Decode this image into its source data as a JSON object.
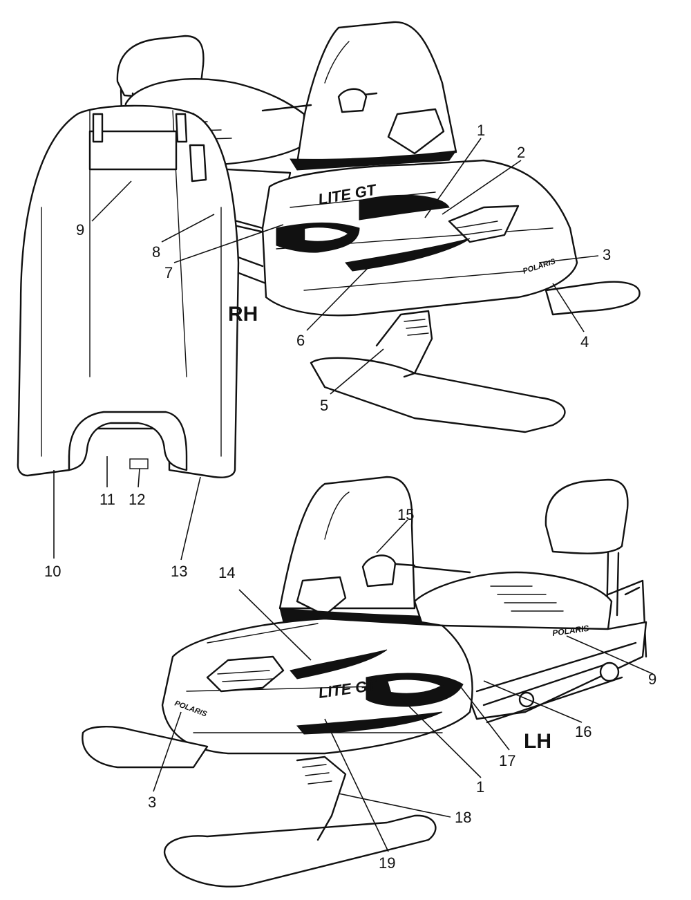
{
  "views": {
    "rh_label": "RH",
    "lh_label": "LH"
  },
  "decal_text": {
    "brand": "POLARIS",
    "model": "LITE GT"
  },
  "callouts": {
    "c1": "1",
    "c2": "2",
    "c3": "3",
    "c4": "4",
    "c5": "5",
    "c6": "6",
    "c7": "7",
    "c8": "8",
    "c9": "9",
    "c10": "10",
    "c11": "11",
    "c12": "12",
    "c13": "13",
    "c14": "14",
    "c15": "15",
    "c16": "16",
    "c17": "17",
    "c18": "18",
    "c19": "19"
  }
}
